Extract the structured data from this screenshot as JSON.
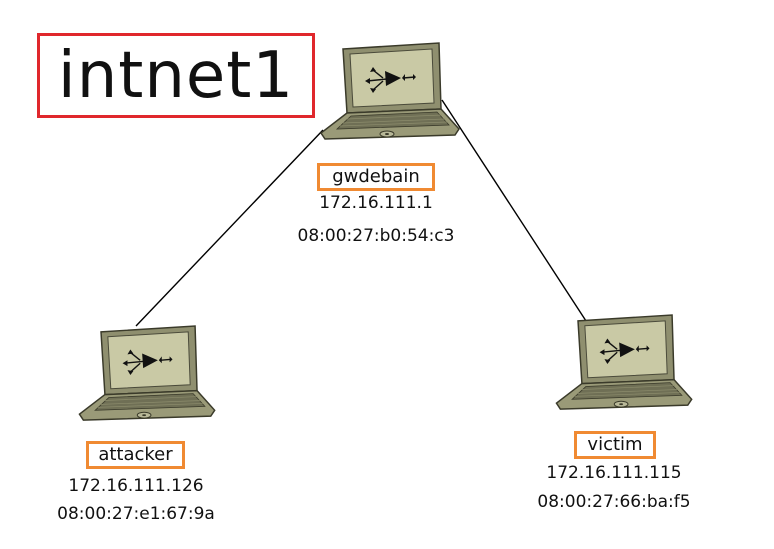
{
  "diagram": {
    "title": "intnet1",
    "nodes": [
      {
        "id": "gw",
        "name": "gwdebain",
        "ip": "172.16.111.1",
        "mac": "08:00:27:b0:54:c3",
        "icon": "laptop-router-icon"
      },
      {
        "id": "attacker",
        "name": "attacker",
        "ip": "172.16.111.126",
        "mac": "08:00:27:e1:67:9a",
        "icon": "laptop-router-icon"
      },
      {
        "id": "victim",
        "name": "victim",
        "ip": "172.16.111.115",
        "mac": "08:00:27:66:ba:f5",
        "icon": "laptop-router-icon"
      }
    ],
    "links": [
      {
        "from": "gwdebain",
        "to": "attacker"
      },
      {
        "from": "gwdebain",
        "to": "victim"
      }
    ],
    "colors": {
      "title_border": "#e0272c",
      "label_border": "#f08a32",
      "laptop_body": "#8f8f6f",
      "laptop_screen": "#c9c9a5",
      "link": "#000000"
    }
  }
}
